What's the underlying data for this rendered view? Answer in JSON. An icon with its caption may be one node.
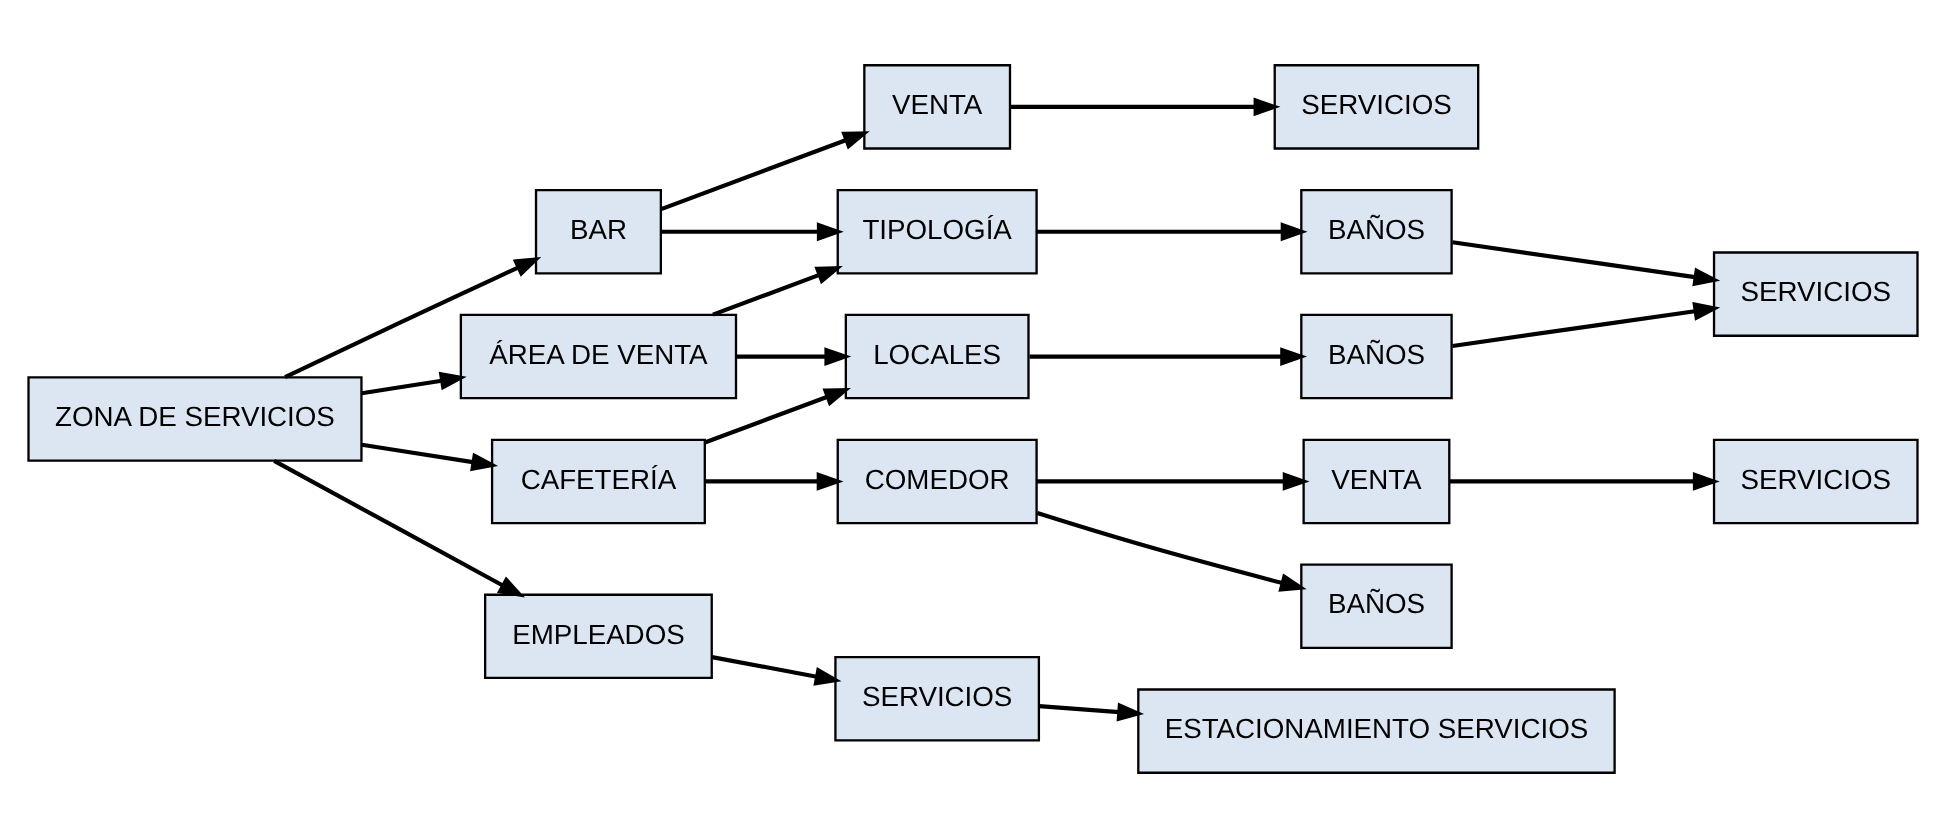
{
  "diagram": {
    "nodes": [
      {
        "text": [
          "ZONA DE SERVICIOS"
        ]
      },
      {
        "text": [
          "ÁREA DE VENTA"
        ]
      },
      {
        "text": [
          "CAFETERÍA"
        ]
      },
      {
        "text": [
          "BAR"
        ]
      },
      {
        "text": [
          "EMPLEADOS"
        ]
      },
      {
        "text": [
          "LOCALES"
        ]
      },
      {
        "text": [
          "TIPOLOGÍA"
        ]
      },
      {
        "text": [
          "COMEDOR"
        ]
      },
      {
        "text": [
          "BAÑOS"
        ]
      },
      {
        "text": [
          "BAÑOS"
        ]
      },
      {
        "text": [
          "SERVICIOS"
        ]
      },
      {
        "text": [
          "VENTA"
        ]
      },
      {
        "text": [
          "SERVICIOS"
        ]
      },
      {
        "text": [
          "BAÑOS"
        ]
      },
      {
        "text": [
          "VENTA"
        ]
      },
      {
        "text": [
          "SERVICIOS"
        ]
      },
      {
        "text": [
          "SERVICIOS"
        ]
      },
      {
        "text": [
          "ESTACIONAMIENTO SERVICIOS"
        ]
      }
    ],
    "edges": [
      {
        "from": 0,
        "to": 1,
        "arrow": "to"
      },
      {
        "from": 0,
        "to": 2,
        "arrow": "to"
      },
      {
        "from": 0,
        "to": 3,
        "arrow": "to"
      },
      {
        "from": 0,
        "to": 4,
        "arrow": "to"
      },
      {
        "from": 1,
        "to": 5,
        "arrow": "to"
      },
      {
        "from": 1,
        "to": 6,
        "arrow": "to"
      },
      {
        "from": 2,
        "to": 5,
        "arrow": "to"
      },
      {
        "from": 2,
        "to": 7,
        "arrow": "to"
      },
      {
        "from": 3,
        "to": 6,
        "arrow": "to"
      },
      {
        "from": 3,
        "to": 14,
        "arrow": "to"
      },
      {
        "from": 5,
        "to": 8,
        "arrow": "to"
      },
      {
        "from": 6,
        "to": 9,
        "arrow": "to"
      },
      {
        "from": 8,
        "to": 10,
        "arrow": "to"
      },
      {
        "from": 9,
        "to": 10,
        "arrow": "to"
      },
      {
        "from": 7,
        "to": 11,
        "arrow": "to"
      },
      {
        "from": 11,
        "to": 12,
        "arrow": "to"
      },
      {
        "from": 7,
        "to": 13,
        "arrow": "to"
      },
      {
        "from": 14,
        "to": 15,
        "arrow": "to"
      },
      {
        "from": 4,
        "to": 16,
        "arrow": "to"
      },
      {
        "from": 16,
        "to": 17,
        "arrow": "to"
      }
    ]
  }
}
